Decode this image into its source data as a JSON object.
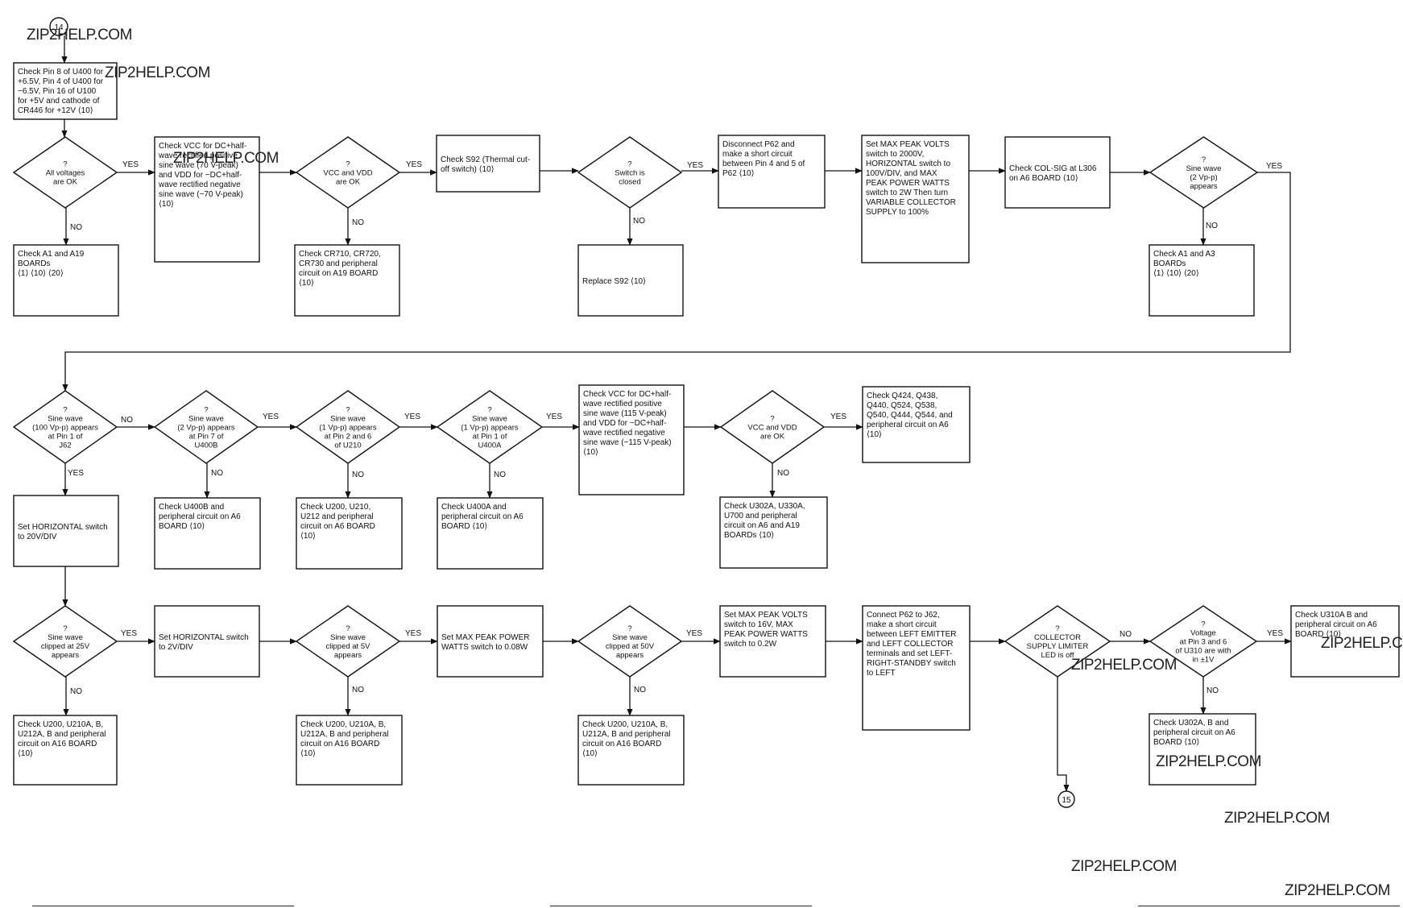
{
  "labels": {
    "yes": "YES",
    "no": "NO",
    "q": "?"
  },
  "watermark": "ZIP2HELP.COM",
  "nodes": [
    {
      "id": "c14",
      "kind": "circle",
      "lines": [
        "14"
      ]
    },
    {
      "id": "b1",
      "kind": "box",
      "lines": [
        "Check Pin 8 of U400 for",
        "+6.5V, Pin 4 of U400 for",
        "−6.5V, Pin 16 of U100",
        "for +5V and cathode of",
        "CR446 for +12V ⟨10⟩"
      ]
    },
    {
      "id": "d1",
      "kind": "diamond",
      "lines": [
        "All voltages",
        "are OK"
      ]
    },
    {
      "id": "b2",
      "kind": "box",
      "lines": [
        "Check A1 and A19",
        "BOARDs",
        "⟨1⟩ ⟨10⟩ ⟨20⟩"
      ]
    },
    {
      "id": "b3",
      "kind": "box",
      "lines": [
        "Check VCC for DC+half-",
        "wave rectified positive",
        "sine wave (70 V-peak)",
        "and VDD for −DC+half-",
        "wave rectified negative",
        "sine wave (−70 V-peak)",
        "⟨10⟩"
      ]
    },
    {
      "id": "d2",
      "kind": "diamond",
      "lines": [
        "VCC and VDD",
        "are OK"
      ]
    },
    {
      "id": "b4",
      "kind": "box",
      "lines": [
        "Check CR710, CR720,",
        "CR730 and peripheral",
        "circuit on A19 BOARD",
        "⟨10⟩"
      ]
    },
    {
      "id": "b5",
      "kind": "box",
      "lines": [
        "Check S92 (Thermal cut-",
        "off switch) ⟨10⟩"
      ]
    },
    {
      "id": "d3",
      "kind": "diamond",
      "lines": [
        "Switch is",
        "closed"
      ]
    },
    {
      "id": "b6",
      "kind": "box",
      "lines": [
        "Replace S92 ⟨10⟩"
      ]
    },
    {
      "id": "b7",
      "kind": "box",
      "lines": [
        "Disconnect P62 and",
        "make a short circuit",
        "between Pin 4 and 5 of",
        "P62 ⟨10⟩"
      ]
    },
    {
      "id": "b8",
      "kind": "box",
      "lines": [
        "Set MAX PEAK VOLTS",
        "switch to 2000V,",
        "HORIZONTAL switch to",
        "100V/DIV, and MAX",
        "PEAK POWER WATTS",
        "switch to 2W Then turn",
        "VARIABLE COLLECTOR",
        "SUPPLY to 100%"
      ]
    },
    {
      "id": "b9",
      "kind": "box",
      "lines": [
        "Check COL-SIG at L306",
        "on A6 BOARD ⟨10⟩"
      ]
    },
    {
      "id": "d4",
      "kind": "diamond",
      "lines": [
        "Sine wave",
        "(2 Vp-p)",
        "appears"
      ]
    },
    {
      "id": "b10",
      "kind": "box",
      "lines": [
        "Check A1 and A3",
        "BOARDs",
        "⟨1⟩ ⟨10⟩ ⟨20⟩"
      ]
    },
    {
      "id": "d5",
      "kind": "diamond",
      "lines": [
        "Sine wave",
        "(100 Vp-p) appears",
        "at Pin 1 of",
        "J62"
      ]
    },
    {
      "id": "b11",
      "kind": "box",
      "lines": [
        "Set HORIZONTAL switch",
        "to 20V/DIV"
      ]
    },
    {
      "id": "d6",
      "kind": "diamond",
      "lines": [
        "Sine wave",
        "(2 Vp-p) appears",
        "at Pin 7 of",
        "U400B"
      ]
    },
    {
      "id": "b12",
      "kind": "box",
      "lines": [
        "Check U400B and",
        "peripheral circuit on A6",
        "BOARD ⟨10⟩"
      ]
    },
    {
      "id": "d7",
      "kind": "diamond",
      "lines": [
        "Sine wave",
        "(1 Vp-p) appears",
        "at Pin 2 and 6",
        "of U210"
      ]
    },
    {
      "id": "b13",
      "kind": "box",
      "lines": [
        "Check U200, U210,",
        "U212 and peripheral",
        "circuit on A6 BOARD",
        "⟨10⟩"
      ]
    },
    {
      "id": "d8",
      "kind": "diamond",
      "lines": [
        "Sine wave",
        "(1 Vp-p) appears",
        "at Pin 1 of",
        "U400A"
      ]
    },
    {
      "id": "b14",
      "kind": "box",
      "lines": [
        "Check U400A and",
        "peripheral circuit on A6",
        "BOARD ⟨10⟩"
      ]
    },
    {
      "id": "b15",
      "kind": "box",
      "lines": [
        "Check VCC for DC+half-",
        "wave rectified positive",
        "sine wave (115 V-peak)",
        "and VDD for −DC+half-",
        "wave rectified negative",
        "sine wave (−115 V-peak)",
        "⟨10⟩"
      ]
    },
    {
      "id": "d9",
      "kind": "diamond",
      "lines": [
        "VCC and VDD",
        "are OK"
      ]
    },
    {
      "id": "b16",
      "kind": "box",
      "lines": [
        "Check Q424, Q438,",
        "Q440, Q524, Q538,",
        "Q540, Q444, Q544, and",
        "peripheral circuit on A6",
        "⟨10⟩"
      ]
    },
    {
      "id": "b17",
      "kind": "box",
      "lines": [
        "Check U302A, U330A,",
        "U700 and peripheral",
        "circuit on A6 and A19",
        "BOARDs ⟨10⟩"
      ]
    },
    {
      "id": "d10",
      "kind": "diamond",
      "lines": [
        "Sine wave",
        "clipped at 25V",
        "appears"
      ]
    },
    {
      "id": "b18",
      "kind": "box",
      "lines": [
        "Check U200, U210A, B,",
        "U212A, B and peripheral",
        "circuit on A16 BOARD",
        "⟨10⟩"
      ]
    },
    {
      "id": "b19",
      "kind": "box",
      "lines": [
        "Set HORIZONTAL switch",
        "to 2V/DIV"
      ]
    },
    {
      "id": "d11",
      "kind": "diamond",
      "lines": [
        "Sine wave",
        "clipped at 5V",
        "appears"
      ]
    },
    {
      "id": "b20",
      "kind": "box",
      "lines": [
        "Check U200, U210A, B,",
        "U212A, B and peripheral",
        "circuit on A16 BOARD",
        "⟨10⟩"
      ]
    },
    {
      "id": "b21",
      "kind": "box",
      "lines": [
        "Set MAX PEAK POWER",
        "WATTS switch to 0.08W"
      ]
    },
    {
      "id": "d12",
      "kind": "diamond",
      "lines": [
        "Sine wave",
        "clipped at 50V",
        "appears"
      ]
    },
    {
      "id": "b22",
      "kind": "box",
      "lines": [
        "Check U200, U210A, B,",
        "U212A, B and peripheral",
        "circuit on A16 BOARD",
        "⟨10⟩"
      ]
    },
    {
      "id": "b23",
      "kind": "box",
      "lines": [
        "Set MAX PEAK VOLTS",
        "switch to 16V, MAX",
        "PEAK POWER WATTS",
        "switch to 0.2W"
      ]
    },
    {
      "id": "b24",
      "kind": "box",
      "lines": [
        "Connect P62 to J62,",
        "make a short circuit",
        "between LEFT EMITTER",
        "and LEFT COLLECTOR",
        "terminals and set LEFT-",
        "RIGHT-STANDBY switch",
        "to LEFT"
      ]
    },
    {
      "id": "d13",
      "kind": "diamond",
      "lines": [
        "COLLECTOR",
        "SUPPLY LIMITER",
        "LED is off"
      ]
    },
    {
      "id": "c15",
      "kind": "circle",
      "lines": [
        "15"
      ]
    },
    {
      "id": "d14",
      "kind": "diamond",
      "lines": [
        "Voltage",
        "at Pin 3 and 6",
        "of U310 are with",
        "in ±1V"
      ]
    },
    {
      "id": "b25",
      "kind": "box",
      "lines": [
        "Check U310A B and",
        "peripheral circuit on A6",
        "BOARD ⟨10⟩"
      ]
    },
    {
      "id": "b26",
      "kind": "box",
      "lines": [
        "Check U302A, B and",
        "peripheral circuit on A6",
        "BOARD ⟨10⟩"
      ]
    }
  ],
  "edges": [
    {
      "from": "c14",
      "to": "b1",
      "label": ""
    },
    {
      "from": "b1",
      "to": "d1",
      "label": ""
    },
    {
      "from": "d1",
      "to": "b3",
      "label": "YES"
    },
    {
      "from": "d1",
      "to": "b2",
      "label": "NO"
    },
    {
      "from": "b3",
      "to": "d2",
      "label": ""
    },
    {
      "from": "d2",
      "to": "b5",
      "label": "YES"
    },
    {
      "from": "d2",
      "to": "b4",
      "label": "NO"
    },
    {
      "from": "b5",
      "to": "d3",
      "label": ""
    },
    {
      "from": "d3",
      "to": "b7",
      "label": "YES"
    },
    {
      "from": "d3",
      "to": "b6",
      "label": "NO"
    },
    {
      "from": "b7",
      "to": "b8",
      "label": ""
    },
    {
      "from": "b8",
      "to": "b9",
      "label": ""
    },
    {
      "from": "b9",
      "to": "d4",
      "label": ""
    },
    {
      "from": "d4",
      "to": "d5",
      "label": "YES"
    },
    {
      "from": "d4",
      "to": "b10",
      "label": "NO"
    },
    {
      "from": "d5",
      "to": "d6",
      "label": "NO"
    },
    {
      "from": "d5",
      "to": "b11",
      "label": "YES"
    },
    {
      "from": "d6",
      "to": "d7",
      "label": "YES"
    },
    {
      "from": "d6",
      "to": "b12",
      "label": "NO"
    },
    {
      "from": "d7",
      "to": "d8",
      "label": "YES"
    },
    {
      "from": "d7",
      "to": "b13",
      "label": "NO"
    },
    {
      "from": "d8",
      "to": "b15",
      "label": "YES"
    },
    {
      "from": "d8",
      "to": "b14",
      "label": "NO"
    },
    {
      "from": "b15",
      "to": "d9",
      "label": ""
    },
    {
      "from": "d9",
      "to": "b16",
      "label": "YES"
    },
    {
      "from": "d9",
      "to": "b17",
      "label": "NO"
    },
    {
      "from": "b11",
      "to": "d10",
      "label": ""
    },
    {
      "from": "d10",
      "to": "b19",
      "label": "YES"
    },
    {
      "from": "d10",
      "to": "b18",
      "label": "NO"
    },
    {
      "from": "b19",
      "to": "d11",
      "label": ""
    },
    {
      "from": "d11",
      "to": "b21",
      "label": "YES"
    },
    {
      "from": "d11",
      "to": "b20",
      "label": "NO"
    },
    {
      "from": "b21",
      "to": "d12",
      "label": ""
    },
    {
      "from": "d12",
      "to": "b23",
      "label": "YES"
    },
    {
      "from": "d12",
      "to": "b22",
      "label": "NO"
    },
    {
      "from": "b23",
      "to": "b24",
      "label": ""
    },
    {
      "from": "b24",
      "to": "d13",
      "label": ""
    },
    {
      "from": "d13",
      "to": "d14",
      "label": "NO"
    },
    {
      "from": "d13",
      "to": "c15",
      "label": ""
    },
    {
      "from": "d14",
      "to": "b25",
      "label": "YES"
    },
    {
      "from": "d14",
      "to": "b26",
      "label": "NO"
    }
  ]
}
